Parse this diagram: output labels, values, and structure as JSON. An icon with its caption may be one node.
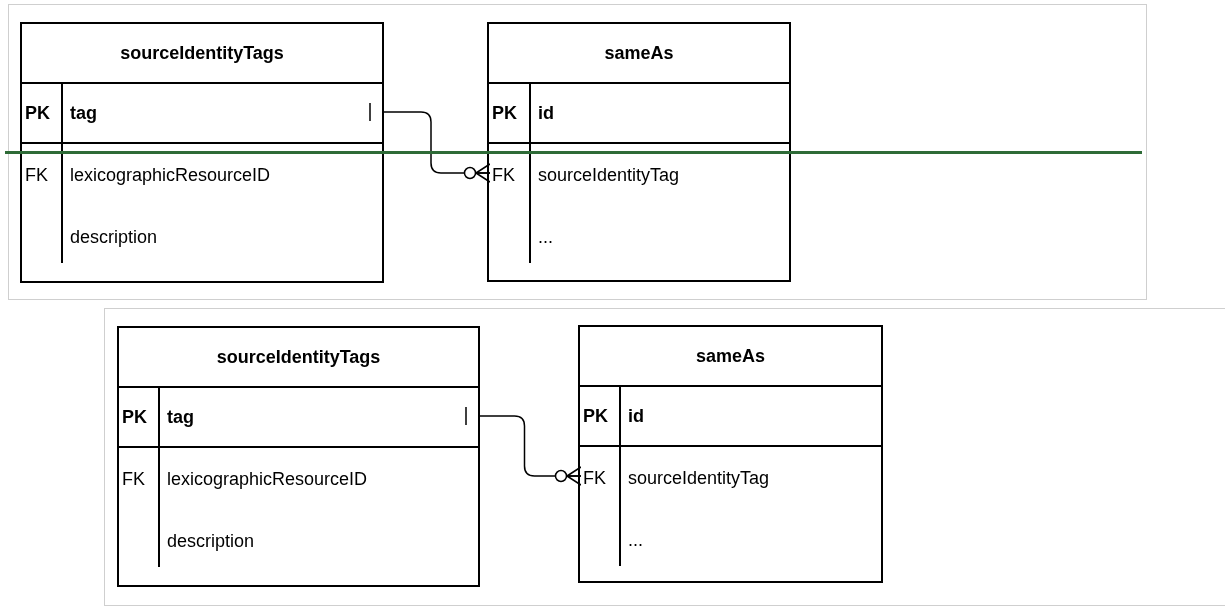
{
  "diagram": {
    "nodes": [
      {
        "text": [
          "sourceIdentityTags"
        ]
      },
      {
        "text": [
          "PK",
          "tag"
        ],
        "in": 0
      },
      {
        "text": [
          "FK",
          "lexicographicResourceID",
          "description"
        ],
        "in": 0
      },
      {
        "text": [
          "sameAs"
        ]
      },
      {
        "text": [
          "PK",
          "id"
        ],
        "in": 3
      },
      {
        "text": [
          "FK",
          "sourceIdentityTag",
          "..."
        ],
        "in": 3
      },
      {
        "text": [
          "sourceIdentityTags"
        ]
      },
      {
        "text": [
          "PK",
          "tag"
        ],
        "in": 6
      },
      {
        "text": [
          "FK",
          "lexicographicResourceID",
          "description"
        ],
        "in": 6
      },
      {
        "text": [
          "sameAs"
        ]
      },
      {
        "text": [
          "PK",
          "id"
        ],
        "in": 9
      },
      {
        "text": [
          "FK",
          "sourceIdentityTag",
          "..."
        ],
        "in": 9
      }
    ],
    "edges": [
      {
        "from": 1,
        "to": 5,
        "arrow": "other"
      },
      {
        "from": 7,
        "to": 11,
        "arrow": "other"
      }
    ]
  }
}
